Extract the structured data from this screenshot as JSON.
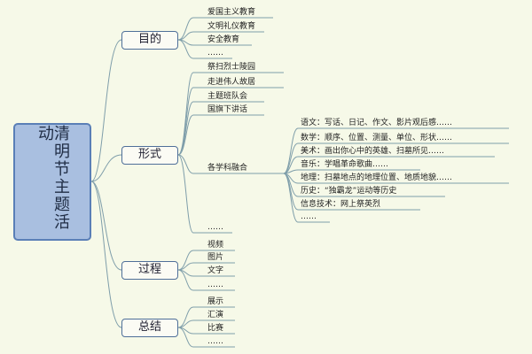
{
  "root": {
    "title": "清明节主题活动"
  },
  "branches": {
    "purpose": {
      "label": "目的",
      "items": [
        "爱国主义教育",
        "文明礼仪教育",
        "安全教育",
        "……"
      ]
    },
    "form": {
      "label": "形式",
      "items": [
        "祭扫烈士陵园",
        "走进伟人故居",
        "主题班队会",
        "国旗下讲话",
        "各学科融合",
        "……"
      ],
      "subjects": [
        "语文：写话、日记、作文、影片观后感……",
        "数学：顺序、位置、测量、单位、形状……",
        "美术：画出你心中的英雄、扫墓所见……",
        "音乐：学唱革命歌曲……",
        "地理：扫墓地点的地理位置、地质地貌……",
        "历史：“独霸龙”运动等历史",
        "信息技术：网上祭英烈",
        "……"
      ]
    },
    "process": {
      "label": "过程",
      "items": [
        "视频",
        "图片",
        "文字",
        "……"
      ]
    },
    "summary": {
      "label": "总结",
      "items": [
        "展示",
        "汇演",
        "比赛",
        "……"
      ]
    }
  },
  "colors": {
    "line": "#7f9eaa",
    "root_fill": "#a9bfe0",
    "root_border": "#5a7fb7",
    "branch_border": "#4f6f99",
    "background": "#f6f9e8"
  }
}
